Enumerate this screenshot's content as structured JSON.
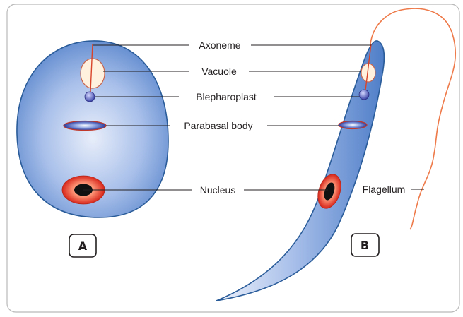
{
  "labels": {
    "axoneme": "Axoneme",
    "vacuole": "Vacuole",
    "blepharoplast": "Blepharoplast",
    "parabasal_body": "Parabasal body",
    "nucleus": "Nucleus",
    "flagellum": "Flagellum"
  },
  "panels": {
    "a": "A",
    "b": "B"
  },
  "colors": {
    "frame": "#b9b9b9",
    "cell_edge": "#2a5c9a",
    "cell_fill": "#5f8fd0",
    "nucleus_ring": "#e8482c",
    "nucleus_core": "#111111",
    "vacuole_fill": "#fff1de",
    "vacuole_edge": "#c9644a",
    "flagellum": "#ee7a4a",
    "blepharoplast": "#5058b8",
    "leader": "#231f20"
  }
}
